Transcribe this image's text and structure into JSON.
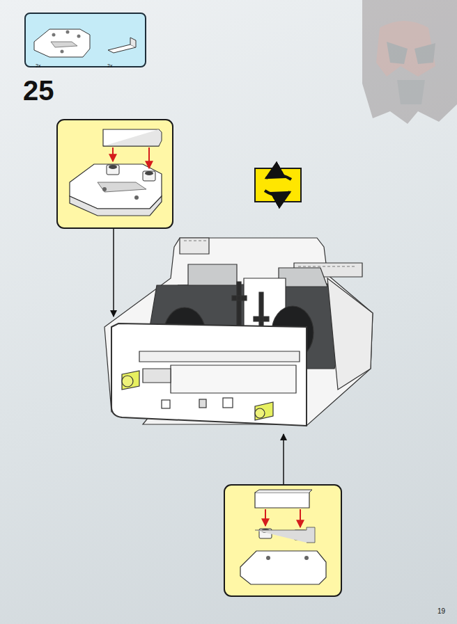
{
  "diagram": {
    "nodes": [
      {
        "text": [
          "2x",
          "2x"
        ]
      }
    ],
    "labels": [
      "25",
      "19"
    ]
  }
}
